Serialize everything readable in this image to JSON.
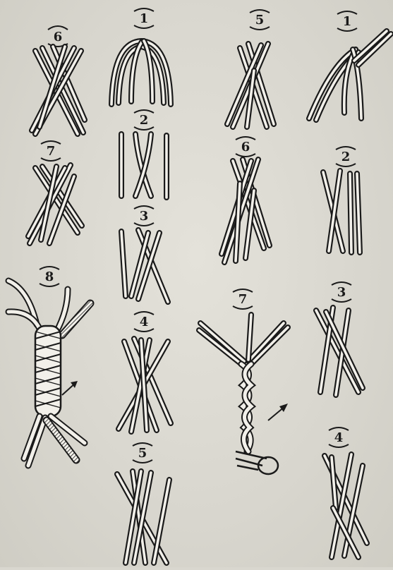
{
  "plate": {
    "paper_color": "#dcdad2",
    "ink_color": "#1a1a1a",
    "strand_fill": "#f2f0ea"
  },
  "columns": [
    {
      "name": "column-1",
      "figures": [
        {
          "id": "c1f6",
          "label": "6",
          "kind": "braid-six"
        },
        {
          "id": "c1f7",
          "label": "7",
          "kind": "braid-seven"
        },
        {
          "id": "c1f8",
          "label": "8",
          "kind": "rope-eight"
        }
      ]
    },
    {
      "name": "column-2",
      "figures": [
        {
          "id": "c2f1",
          "label": "1",
          "kind": "arch"
        },
        {
          "id": "c2f2",
          "label": "2",
          "kind": "cross-one"
        },
        {
          "id": "c2f3",
          "label": "3",
          "kind": "cross-two"
        },
        {
          "id": "c2f4",
          "label": "4",
          "kind": "cross-three"
        },
        {
          "id": "c2f5",
          "label": "5",
          "kind": "cross-four"
        }
      ]
    },
    {
      "name": "column-3",
      "figures": [
        {
          "id": "c3f5",
          "label": "5",
          "kind": "braid-five"
        },
        {
          "id": "c3f6",
          "label": "6",
          "kind": "braid-six"
        },
        {
          "id": "c3f7",
          "label": "7",
          "kind": "plait-loop"
        }
      ]
    },
    {
      "name": "column-4",
      "figures": [
        {
          "id": "c4f1",
          "label": "1",
          "kind": "hook"
        },
        {
          "id": "c4f2",
          "label": "2",
          "kind": "cross-one"
        },
        {
          "id": "c4f3",
          "label": "3",
          "kind": "cross-two"
        },
        {
          "id": "c4f4",
          "label": "4",
          "kind": "cross-three"
        }
      ]
    }
  ]
}
